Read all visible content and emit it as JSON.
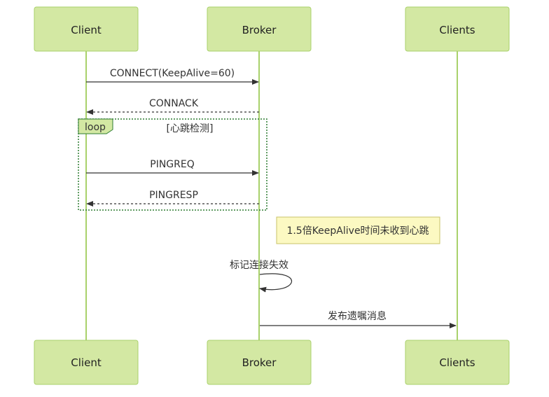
{
  "participants": [
    {
      "id": "client",
      "label": "Client"
    },
    {
      "id": "broker",
      "label": "Broker"
    },
    {
      "id": "clients",
      "label": "Clients"
    }
  ],
  "messages": {
    "connect": "CONNECT(KeepAlive=60)",
    "connack": "CONNACK",
    "pingreq": "PINGREQ",
    "pingresp": "PINGRESP",
    "self_mark": "标记连接失效",
    "publish_will": "发布遗嘱消息"
  },
  "loop": {
    "tag": "loop",
    "condition": "[心跳检测]"
  },
  "note": {
    "text": "1.5倍KeepAlive时间未收到心跳"
  },
  "colors": {
    "actor_fill": "#d3e8a3",
    "actor_border": "#a9d16b",
    "lifeline": "#a9d16b",
    "loop_border": "#2e7d32",
    "note_fill": "#fcf9c2",
    "note_border": "#c9c36a",
    "arrow": "#333333"
  }
}
